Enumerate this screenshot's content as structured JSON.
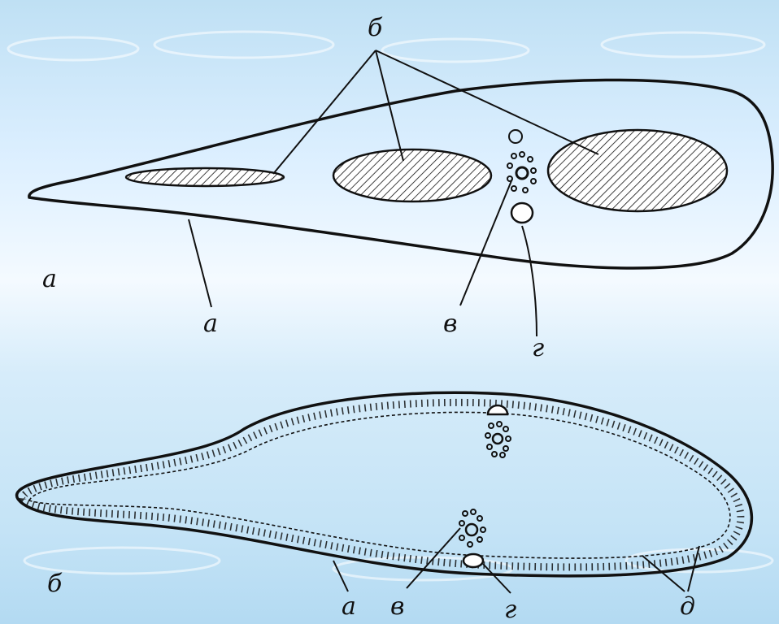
{
  "labels": {
    "panel_a": "а",
    "panel_b": "б",
    "a_inclusions": "б",
    "a_cover": "а",
    "a_micronucleus": "в",
    "a_vacuole": "г",
    "b_cover": "а",
    "b_micronucleus": "в",
    "b_vacuole": "г",
    "b_cilia": "д"
  },
  "colors": {
    "ink": "#111111",
    "background_light": "#f2f9ff",
    "background_mid": "#bfe0f5"
  }
}
